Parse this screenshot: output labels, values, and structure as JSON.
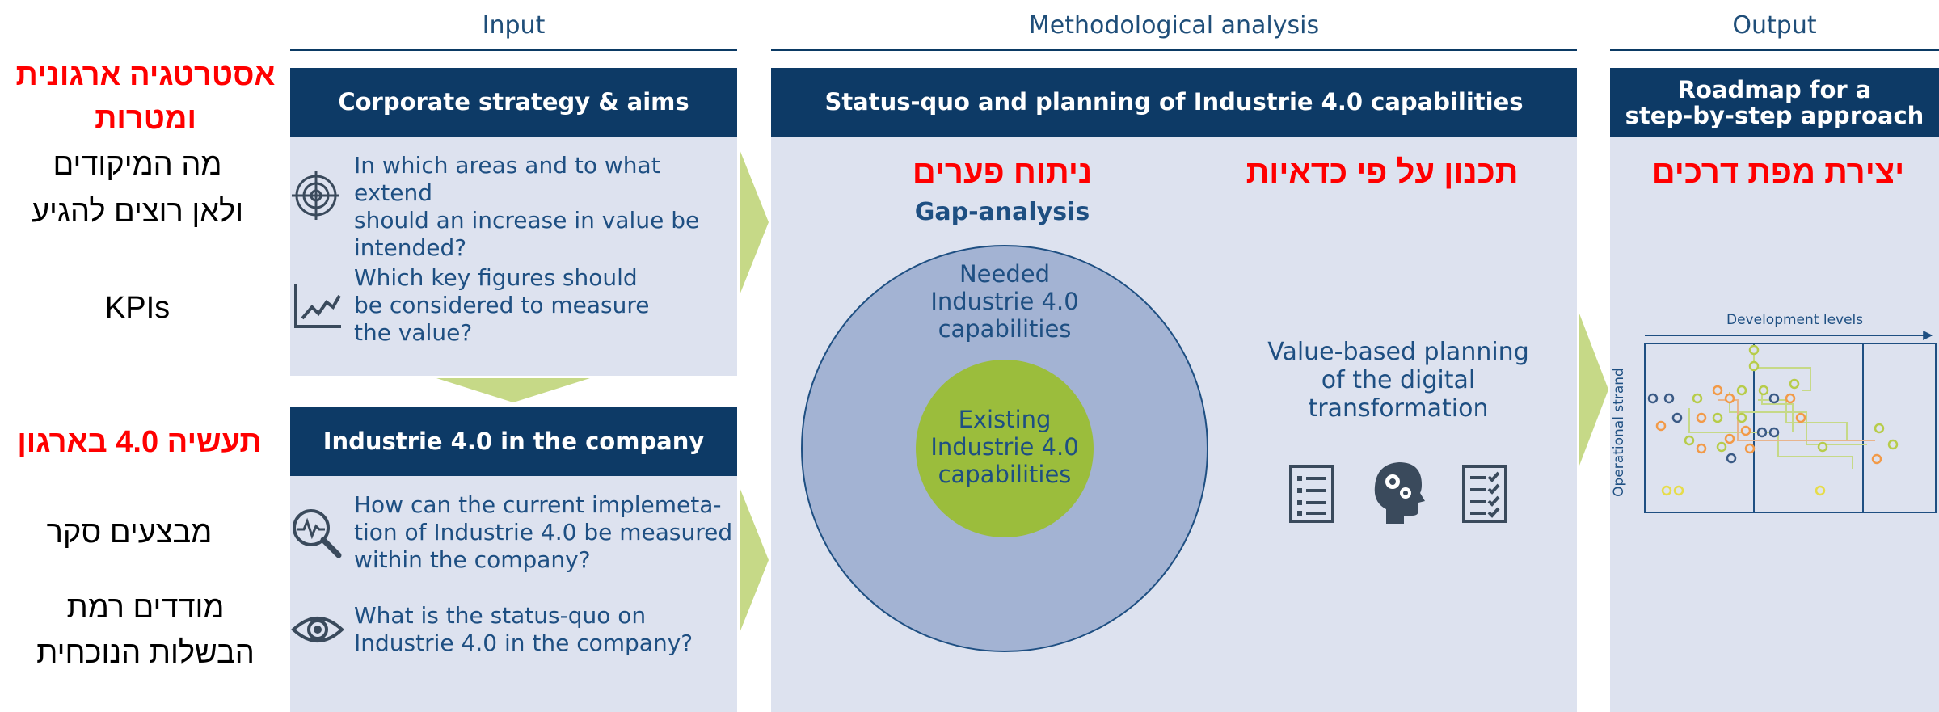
{
  "columns": {
    "input": "Input",
    "methodological": "Methodological analysis",
    "output": "Output"
  },
  "input_panel": {
    "strategy_bar": "Corporate strategy & aims",
    "q1": [
      "In which areas and to what extend",
      "should an increase in value be",
      "intended?"
    ],
    "q2": [
      "Which key figures should",
      "be considered to measure",
      "the value?"
    ],
    "industrie_bar": "Industrie 4.0 in the company",
    "q3": [
      "How can the current implemeta-",
      "tion of Industrie 4.0 be measured",
      "within the company?"
    ],
    "q4": [
      "What is the status-quo on",
      "Industrie 4.0 in the company?"
    ],
    "icons": [
      "target-icon",
      "trend-chart-icon",
      "magnifier-pulse-icon",
      "eye-icon"
    ]
  },
  "method_panel": {
    "bar": "Status-quo and planning of Industrie 4.0 capabilities",
    "gap_heb": "ניתוח פערים",
    "gap_sub": "Gap-analysis",
    "plan_heb": "תכנון על פי כדאיות",
    "needed": [
      "Needed",
      "Industrie 4.0",
      "capabilities"
    ],
    "existing": [
      "Existing",
      "Industrie 4.0",
      "capabilities"
    ],
    "planning": [
      "Value-based planning",
      "of the digital",
      "transformation"
    ],
    "icons": [
      "list-document-icon",
      "head-gears-icon",
      "checklist-icon"
    ],
    "colors": {
      "outer_circle": "#a3b3d3",
      "inner_circle": "#9bbd3c"
    }
  },
  "output_panel": {
    "bar": [
      "Roadmap for a",
      "step-by-step approach"
    ],
    "heb": "יצירת מפת דרכים",
    "dev_levels": "Development levels",
    "op_strand": "Operational strand"
  },
  "annotations": {
    "strategy_title": [
      "אסטרטגיה ארגונית",
      "ומטרות"
    ],
    "strategy_body": [
      "מה המיקודים",
      "ולאן רוצים להגיע"
    ],
    "kpis": "KPIs",
    "industry_title": "תעשיה 4.0 בארגון",
    "survey": "מבצעים סקר",
    "measure": [
      "מודדים רמת",
      "הבשלות הנוכחית"
    ]
  }
}
